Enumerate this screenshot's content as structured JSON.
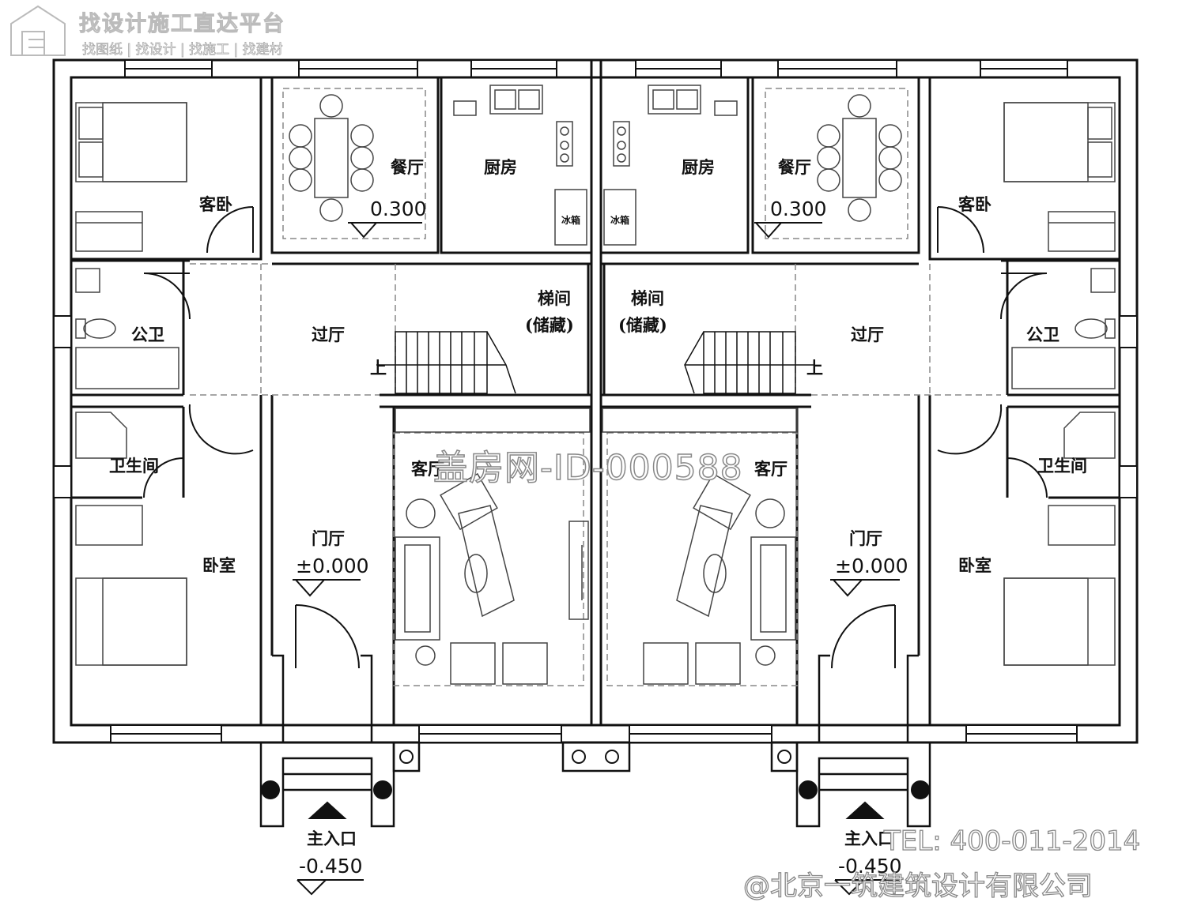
{
  "watermark": {
    "header_title": "找设计施工直达平台",
    "header_sub": "找图纸 | 找设计 | 找施工 | 找建材",
    "id_text": "盖房网-ID-000588",
    "tel": "TEL: 400-011-2014",
    "copyright": "@北京一筑建筑设计有限公司"
  },
  "rooms": {
    "guest_bed_l": "客卧",
    "guest_bed_r": "客卧",
    "dining_l": "餐厅",
    "dining_r": "餐厅",
    "kitchen_l": "厨房",
    "kitchen_r": "厨房",
    "stair_l": "梯间",
    "stair_l_note": "(储藏)",
    "stair_r": "梯间",
    "stair_r_note": "(储藏)",
    "hall_l": "过厅",
    "hall_r": "过厅",
    "pub_bath_l": "公卫",
    "pub_bath_r": "公卫",
    "bath_l": "卫生间",
    "bath_r": "卫生间",
    "living_l": "客厅",
    "living_r": "客厅",
    "foyer_l": "门厅",
    "foyer_r": "门厅",
    "bedroom_l": "卧室",
    "bedroom_r": "卧室",
    "up_l": "上",
    "up_r": "上",
    "fridge_l": "冰箱",
    "fridge_r": "冰箱"
  },
  "levels": {
    "dining_l": "0.300",
    "dining_r": "0.300",
    "foyer_l": "±0.000",
    "foyer_r": "±0.000",
    "entry_l": "-0.450",
    "entry_r": "-0.450"
  },
  "entrances": {
    "left": "主入口",
    "right": "主入口"
  },
  "colors": {
    "line": "#111111",
    "dash": "#888888",
    "furniture": "#444444"
  }
}
